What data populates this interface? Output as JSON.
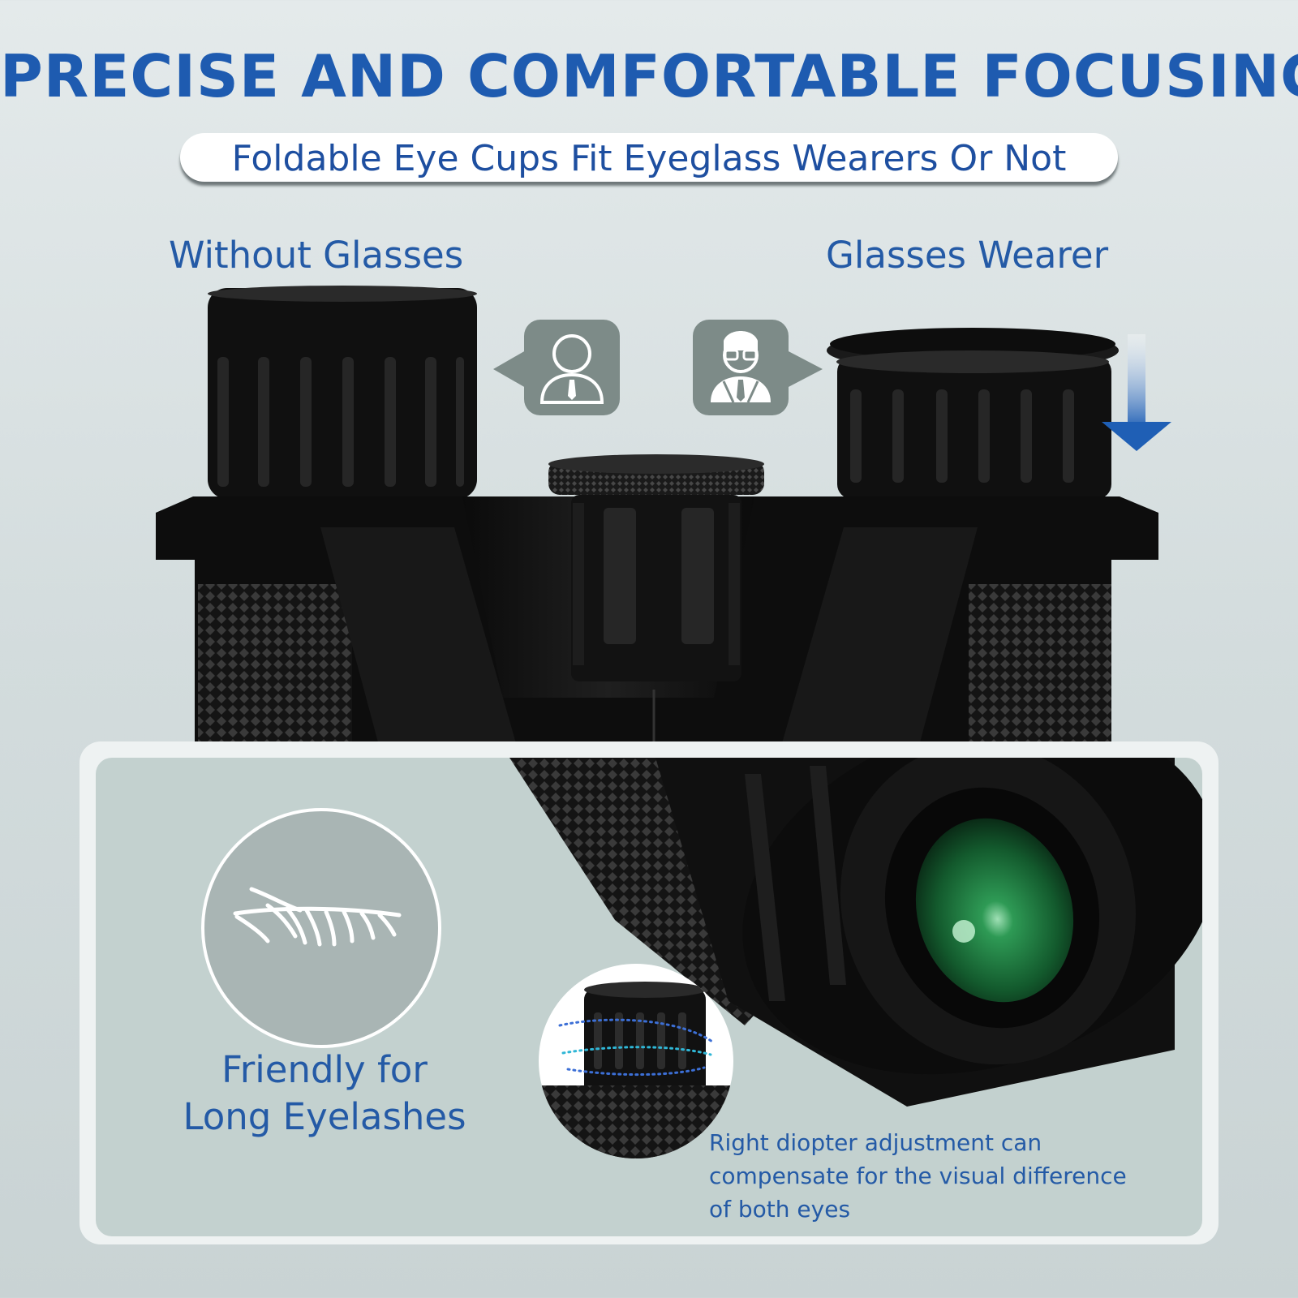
{
  "header": {
    "title": "PRECISE AND COMFORTABLE FOCUSING",
    "subtitle": "Foldable Eye Cups Fit Eyeglass Wearers Or Not"
  },
  "eyecup_modes": {
    "left_label": "Without Glasses",
    "right_label": "Glasses Wearer",
    "left_icon": "person-icon",
    "right_icon": "person-with-glasses-icon",
    "arrow_icon": "arrow-down-icon"
  },
  "features": {
    "eyelash_caption_line1": "Friendly for",
    "eyelash_caption_line2": "Long Eyelashes",
    "eyelash_icon": "eyelash-icon",
    "diopter_line1": "Right diopter adjustment can",
    "diopter_line2": "compensate for the visual difference",
    "diopter_line3": "of both eyes"
  },
  "colors": {
    "title_blue": "#1e5bb0",
    "label_blue": "#245aa6",
    "lens_green": "#1f7a3a",
    "icon_tile_gray": "#7d8b88",
    "body_black": "#111111"
  }
}
